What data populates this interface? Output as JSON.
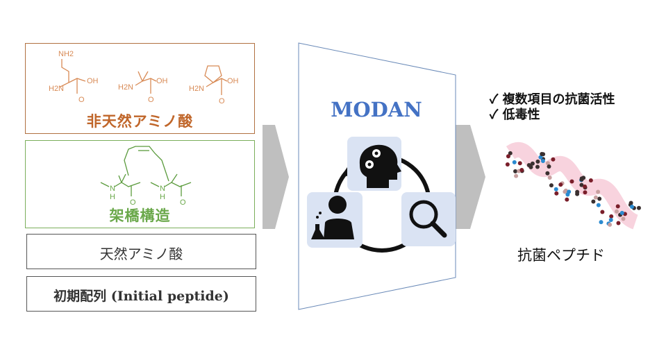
{
  "inputs": {
    "unnatural_amino_acid": {
      "label": "非天然アミノ酸",
      "color": "#c0662a",
      "atoms": {
        "nh2": "NH2",
        "h2n": "H2N",
        "oh": "OH",
        "o": "O"
      }
    },
    "crosslink": {
      "label": "架橋構造",
      "color": "#5a9a3c",
      "atoms": {
        "n": "N",
        "h": "H",
        "o": "O"
      }
    },
    "natural_amino_acid": {
      "label": "天然アミノ酸"
    },
    "initial_sequence": {
      "label": "初期配列 (Initial peptide)"
    }
  },
  "center": {
    "title": "MODAN",
    "title_color": "#4472c4",
    "cycle_icons": [
      "brain-gears-icon",
      "magnifier-icon",
      "scientist-flask-icon"
    ]
  },
  "output": {
    "checks": [
      "複数項目の抗菌活性",
      "低毒性"
    ],
    "label": "抗菌ペプチド"
  }
}
